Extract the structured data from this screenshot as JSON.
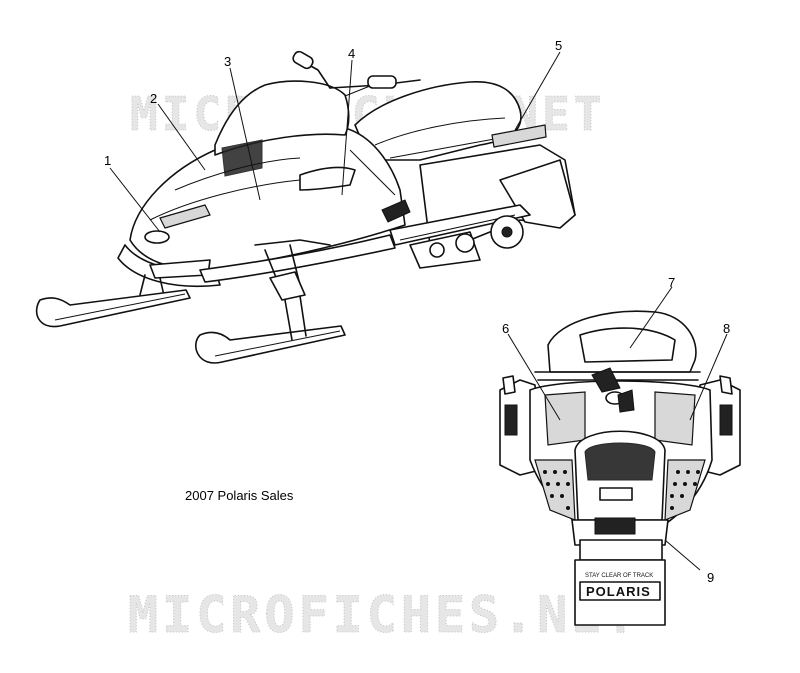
{
  "caption": "2007 Polaris Sales",
  "watermark": "MICROFICHES.NET",
  "callouts": [
    {
      "id": "1",
      "label": "1"
    },
    {
      "id": "2",
      "label": "2"
    },
    {
      "id": "3",
      "label": "3"
    },
    {
      "id": "4",
      "label": "4"
    },
    {
      "id": "5",
      "label": "5"
    },
    {
      "id": "6",
      "label": "6"
    },
    {
      "id": "7",
      "label": "7"
    },
    {
      "id": "8",
      "label": "8"
    },
    {
      "id": "9",
      "label": "9"
    }
  ],
  "snowflap": {
    "warning": "STAY CLEAR OF TRACK",
    "brand": "POLARIS"
  }
}
